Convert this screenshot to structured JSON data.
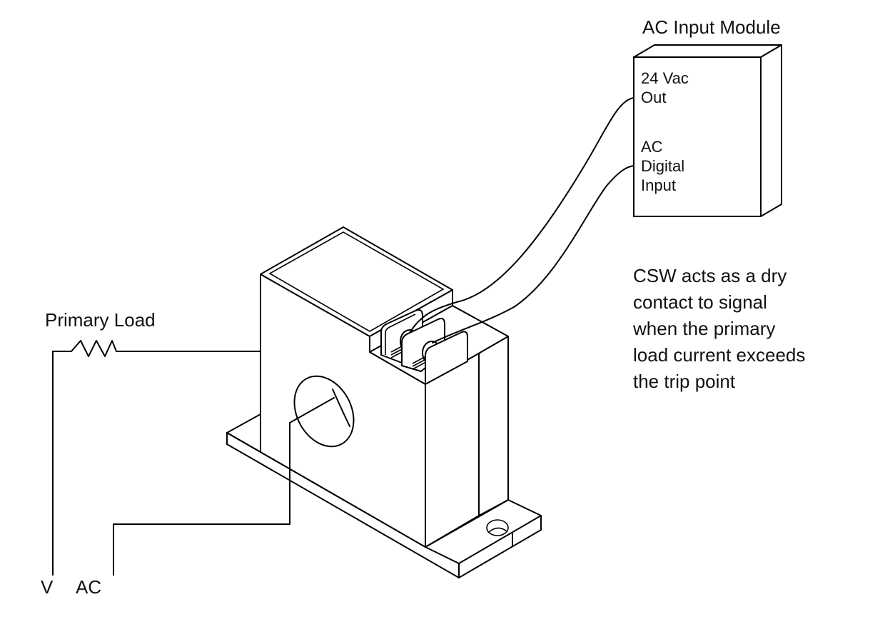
{
  "title": "AC Input Module",
  "module": {
    "label_24vac": [
      "24 Vac",
      "Out"
    ],
    "label_input": [
      "AC",
      "Digital",
      "Input"
    ]
  },
  "primary_load": "Primary Load",
  "source": {
    "v": "V",
    "ac": "AC"
  },
  "note": [
    "CSW acts as a dry",
    "contact to signal",
    "when the primary",
    "load current exceeds",
    "the trip point"
  ],
  "colors": {
    "line": "#000000",
    "background": "#ffffff"
  }
}
